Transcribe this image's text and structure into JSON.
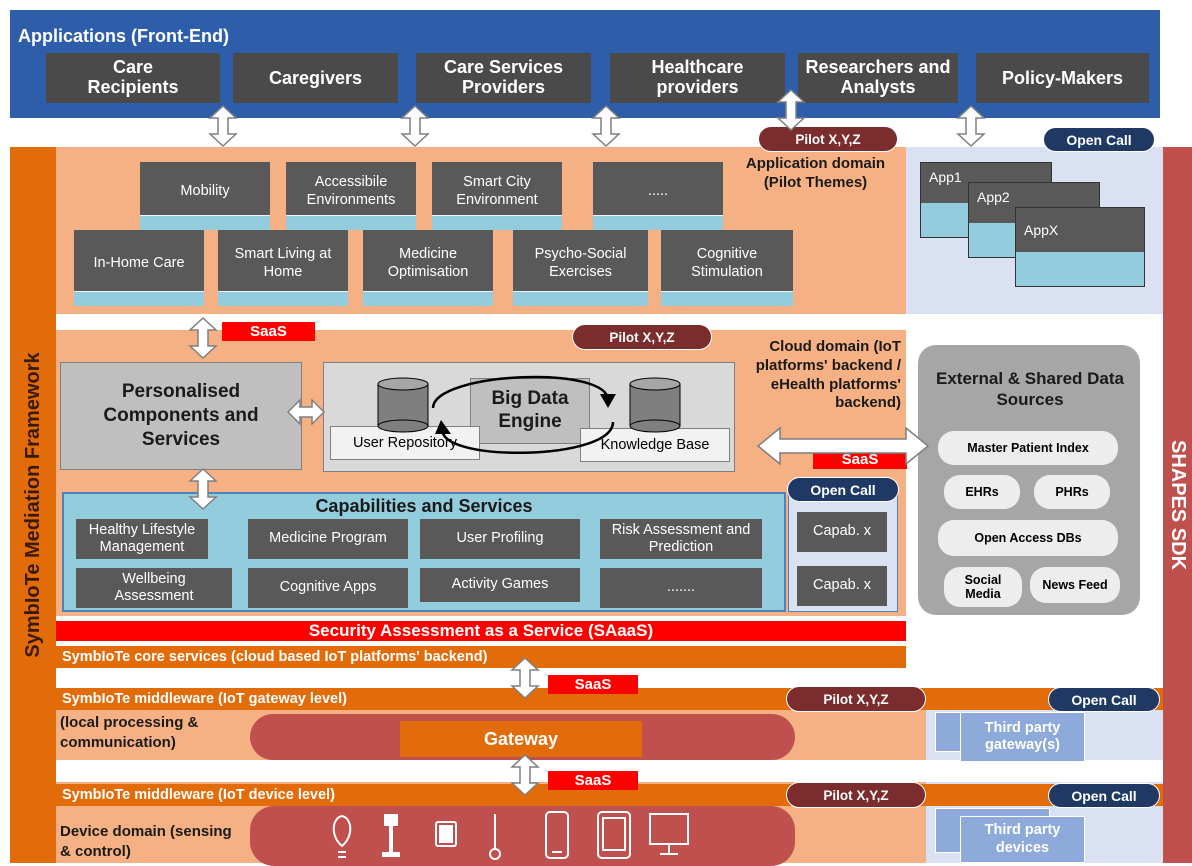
{
  "applications": {
    "title": "Applications (Front-End)",
    "items": [
      "Care Recipients",
      "Caregivers",
      "Care Services Providers",
      "Healthcare providers",
      "Researchers and Analysts",
      "Policy-Makers"
    ]
  },
  "left_framework_label": "SymbIoTe Mediation Framework",
  "right_sdk_label": "SHAPES SDK",
  "pilot_label": "Pilot X,Y,Z",
  "open_call_label": "Open Call",
  "saas_label": "SaaS",
  "application_domain": {
    "label": "Application domain (Pilot Themes)",
    "themes_back": [
      "Mobility",
      "Accessibile Environments",
      "Smart City Environment",
      "....."
    ],
    "themes_front": [
      "In-Home Care",
      "Smart Living at Home",
      "Medicine Optimisation",
      "Psycho-Social Exercises",
      "Cognitive Stimulation"
    ],
    "apps": [
      "App1",
      "App2",
      "AppX"
    ]
  },
  "cloud_domain": {
    "label": "Cloud domain (IoT platforms' backend / eHealth platforms' backend)",
    "personalised": "Personalised Components and Services",
    "big_data": "Big Data Engine",
    "user_repository": "User Repository",
    "knowledge_base": "Knowledge Base"
  },
  "external_sources": {
    "title": "External & Shared Data Sources",
    "master_patient_index": "Master Patient Index",
    "ehrs": "EHRs",
    "phrs": "PHRs",
    "open_access": "Open Access DBs",
    "social_media": "Social Media",
    "news_feed": "News Feed"
  },
  "capabilities": {
    "title": "Capabilities and Services",
    "items": [
      "Healthy Lifestyle Management",
      "Medicine Program",
      "User Profiling",
      "Risk Assessment and Prediction",
      "Wellbeing Assessment",
      "Cognitive Apps",
      "Activity Games",
      "......."
    ],
    "capab": [
      "Capab. x",
      "Capab. x"
    ]
  },
  "security": "Security Assessment as a Service (SAaaS)",
  "core_services": "SymbIoTe core services (cloud based IoT platforms' backend)",
  "gateway_level": {
    "label": "SymbIoTe middleware (IoT gateway level)",
    "local": "(local processing & communication)",
    "gateway": "Gateway",
    "third_party": "Third party gateway(s)"
  },
  "device_level": {
    "label": "SymbIoTe middleware (IoT device level)",
    "domain": "Device domain (sensing & control)",
    "third_party": "Third party devices"
  },
  "colors": {
    "app_header": "#2e5daa",
    "orange": "#e36c0a",
    "peach": "#f5b183",
    "light_blue": "#93cddd",
    "sdk_red": "#c0504d",
    "pilot": "#7b2c2c",
    "open_call": "#1f3864"
  }
}
